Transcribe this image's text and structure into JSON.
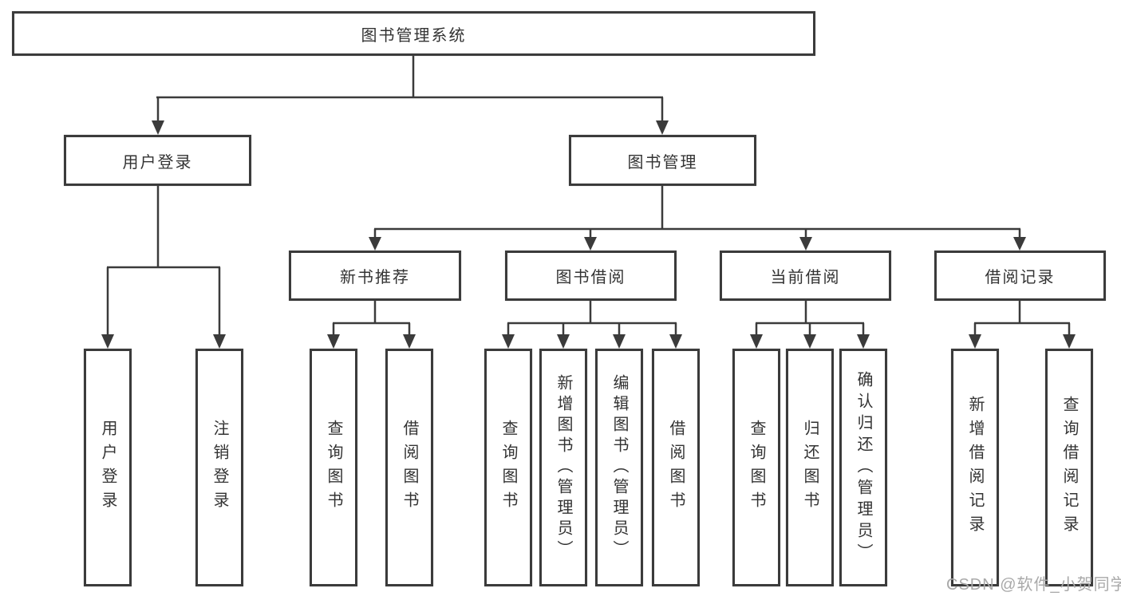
{
  "diagram": {
    "root": {
      "label": "图书管理系统"
    },
    "level2": {
      "login": {
        "label": "用户登录"
      },
      "mgmt": {
        "label": "图书管理"
      }
    },
    "level3": {
      "rec": {
        "label": "新书推荐"
      },
      "borrow": {
        "label": "图书借阅"
      },
      "current": {
        "label": "当前借阅"
      },
      "records": {
        "label": "借阅记录"
      }
    },
    "leaves": {
      "login_user": {
        "label": "用户登录"
      },
      "login_logout": {
        "label": "注销登录"
      },
      "rec_query": {
        "label": "查询图书"
      },
      "rec_borrow": {
        "label": "借阅图书"
      },
      "borrow_query": {
        "label": "查询图书"
      },
      "borrow_add": {
        "label": "新增图书（管理员）"
      },
      "borrow_edit": {
        "label": "编辑图书（管理员）"
      },
      "borrow_lend": {
        "label": "借阅图书"
      },
      "current_query": {
        "label": "查询图书"
      },
      "current_return": {
        "label": "归还图书"
      },
      "current_confirm": {
        "label": "确认归还（管理员）"
      },
      "records_add": {
        "label": "新增借阅记录"
      },
      "records_query": {
        "label": "查询借阅记录"
      }
    }
  },
  "watermark": {
    "text": "CSDN @软件_小贺同学"
  },
  "colors": {
    "line": "#3b3b3b",
    "text": "#333333",
    "watermark": "#a9a9a9",
    "background": "#ffffff"
  }
}
